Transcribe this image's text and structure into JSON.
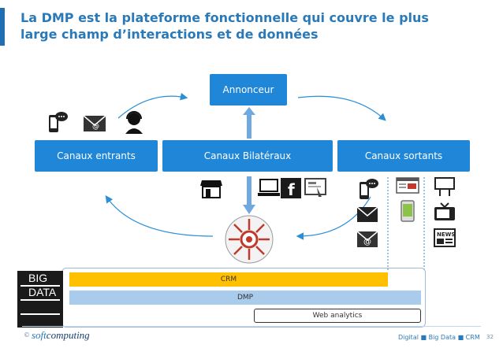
{
  "title": "La DMP est la plateforme fonctionnelle qui couvre le plus large champ d’interactions et de données",
  "boxes": {
    "annonceur": "Annonceur",
    "entrants": "Canaux entrants",
    "bilateraux": "Canaux Bilatéraux",
    "sortants": "Canaux sortants"
  },
  "big_data": {
    "line1": "BIG",
    "line2": "DATA"
  },
  "bars": {
    "crm": "CRM",
    "dmp": "DMP",
    "web": "Web analytics"
  },
  "footer": {
    "copyright": "©",
    "logo_a": "soft",
    "logo_b": "computing",
    "tagline": "Digital ■ Big Data ■ CRM",
    "page": "32"
  },
  "colors": {
    "title": "#2a79b8",
    "box": "#1f86d8",
    "crm": "#ffc000",
    "dmp": "#a9cbec",
    "arrow": "#2b8fd6"
  }
}
